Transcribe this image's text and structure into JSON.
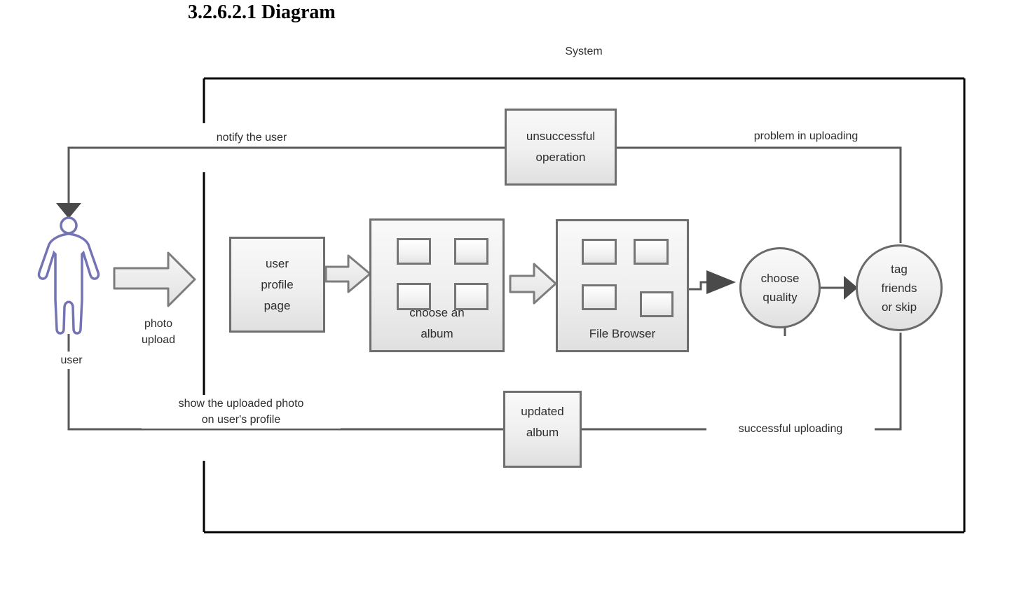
{
  "page": {
    "title": "3.2.6.2.1 Diagram"
  },
  "diagram": {
    "system_label": "System",
    "actor": {
      "label": "user"
    },
    "edges": {
      "photo_upload_line1": "photo",
      "photo_upload_line2": "upload",
      "notify_user": "notify the user",
      "problem_uploading": "problem in uploading",
      "show_uploaded_line1": "show the uploaded photo",
      "show_uploaded_line2": "on user's profile",
      "successful_uploading": "successful uploading"
    },
    "nodes": {
      "unsuccessful_operation": {
        "line1": "unsuccessful",
        "line2": "operation"
      },
      "user_profile_page": {
        "line1": "user",
        "line2": "profile",
        "line3": "page"
      },
      "choose_album": {
        "line1": "choose an",
        "line2": "album"
      },
      "file_browser": {
        "label": "File Browser"
      },
      "choose_quality": {
        "line1": "choose",
        "line2": "quality"
      },
      "tag_friends": {
        "line1": "tag",
        "line2": "friends",
        "line3": "or skip"
      },
      "updated_album": {
        "line1": "updated",
        "line2": "album"
      }
    },
    "colors": {
      "actor_outline": "#7474b4",
      "connector_line": "#595959",
      "arrowhead": "#4a4a4a",
      "node_border": "#6e6e6e",
      "node_fill_top": "#f9f9f9",
      "node_fill_bottom": "#e0e0e0",
      "system_boundary": "#000000",
      "text": "#2d2d2d"
    }
  }
}
